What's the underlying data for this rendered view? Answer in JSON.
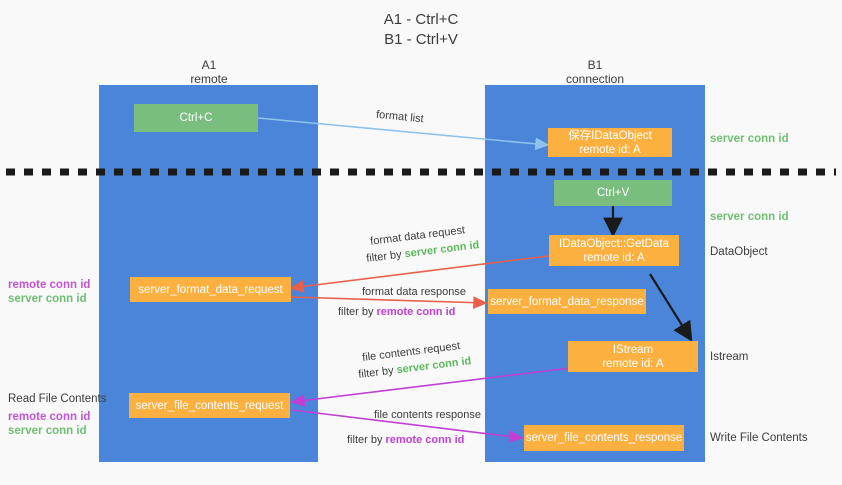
{
  "title": {
    "line1": "A1 - Ctrl+C",
    "line2": "B1 - Ctrl+V"
  },
  "columns": [
    {
      "name": "A1",
      "sub": "remote"
    },
    {
      "name": "B1",
      "sub": "connection"
    }
  ],
  "nodes": {
    "ctrl_c": {
      "label": "Ctrl+C"
    },
    "ctrl_v": {
      "label": "Ctrl+V"
    },
    "save_dataobject": {
      "line1": "保存IDataObject",
      "line2": "remote id: A"
    },
    "getdata": {
      "line1": "IDataObject::GetData",
      "line2": "remote id: A"
    },
    "istream": {
      "line1": "IStream",
      "line2": "remote id: A"
    },
    "format_data_request": {
      "label": "server_format_data_request"
    },
    "format_data_response": {
      "label": "server_format_data_response"
    },
    "file_contents_request": {
      "label": "server_file_contents_request"
    },
    "file_contents_response": {
      "label": "server_file_contents_response"
    }
  },
  "right_labels": {
    "server_conn_id_top": "server conn id",
    "server_conn_id_second": "server conn id",
    "dataobject": "DataObject",
    "istream": "Istream",
    "write_file_contents": "Write File Contents"
  },
  "left_labels": {
    "remote_conn_id_1": "remote conn id",
    "server_conn_id_1": "server conn id",
    "read_file_contents": "Read File Contents",
    "remote_conn_id_2": "remote conn id",
    "server_conn_id_2": "server conn id"
  },
  "edges": {
    "format_list": "format list",
    "format_data_request": "format data request",
    "format_data_request_filter_prefix": "filter by ",
    "format_data_request_filter_value": "server conn id",
    "format_data_response": "format data response",
    "format_data_response_filter_prefix": "filter by ",
    "format_data_response_filter_value": "remote conn id",
    "file_contents_request": "file contents request",
    "file_contents_request_filter_prefix": "filter by ",
    "file_contents_request_filter_value": "server conn id",
    "file_contents_response": "file contents response",
    "file_contents_response_filter_prefix": "filter by ",
    "file_contents_response_filter_value": "remote conn id"
  },
  "colors": {
    "panel_blue": "#4a85d9",
    "node_green": "#79bd7f",
    "node_orange": "#fbb040",
    "arrow_lightblue": "#8dc3ee",
    "arrow_red": "#e8604c",
    "arrow_magenta": "#c13fd4",
    "arrow_black": "#1a1a1a",
    "text_green": "#6fbf73",
    "text_purple": "#c354d6",
    "background": "#f9f9f9"
  }
}
